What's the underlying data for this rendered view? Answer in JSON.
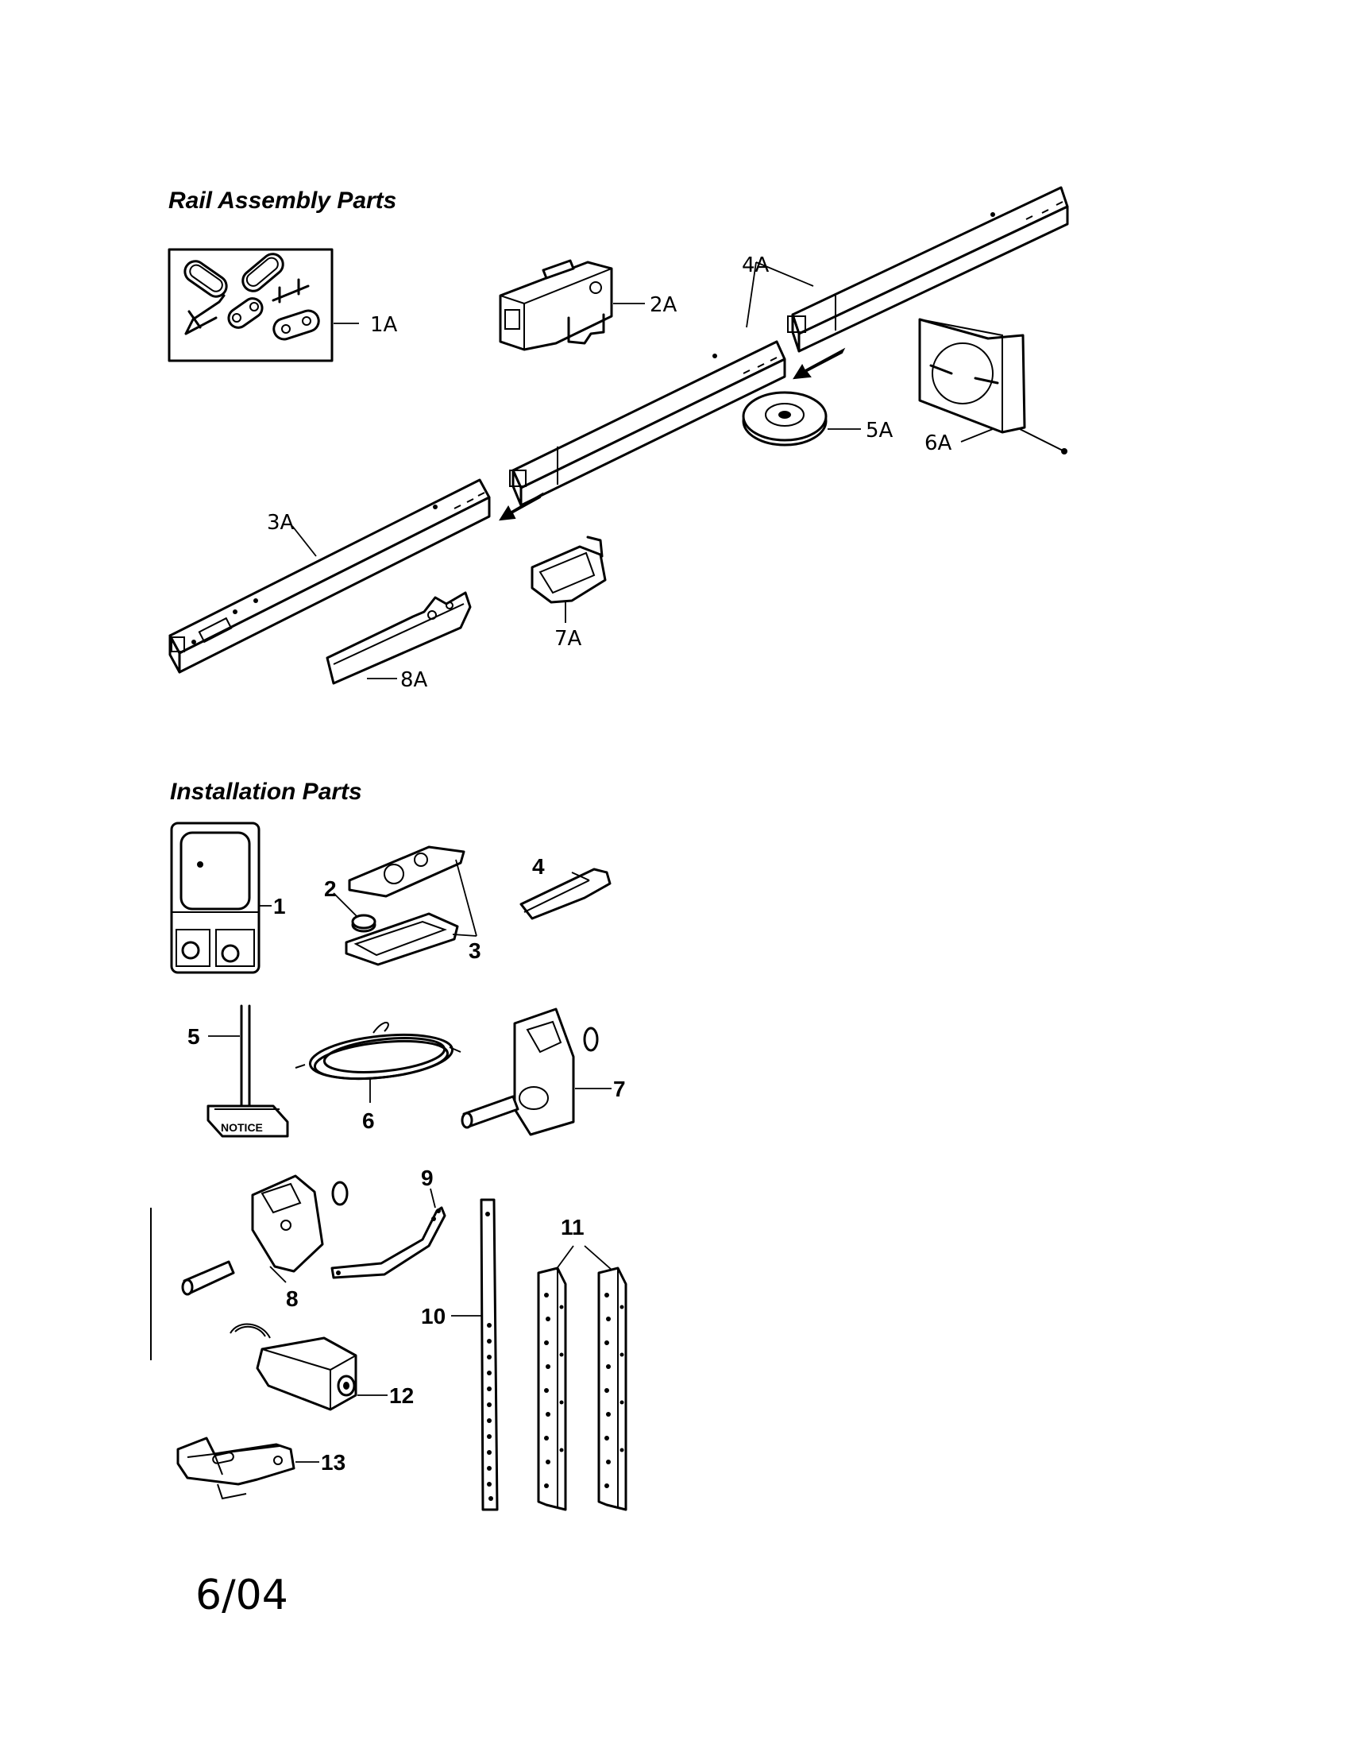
{
  "sections": {
    "rail": {
      "title": "Rail Assembly Parts"
    },
    "install": {
      "title": "Installation Parts"
    }
  },
  "labels": {
    "l1A": "1A",
    "l2A": "2A",
    "l3A": "3A",
    "l4A": "4A",
    "l5A": "5A",
    "l6A": "6A",
    "l7A": "7A",
    "l8A": "8A",
    "l1": "1",
    "l2": "2",
    "l3": "3",
    "l4": "4",
    "l5": "5",
    "l6": "6",
    "l7": "7",
    "l8": "8",
    "l9": "9",
    "l10": "10",
    "l11": "11",
    "l12": "12",
    "l13": "13"
  },
  "sign_text": "NOTICE",
  "date_code": "6/04"
}
